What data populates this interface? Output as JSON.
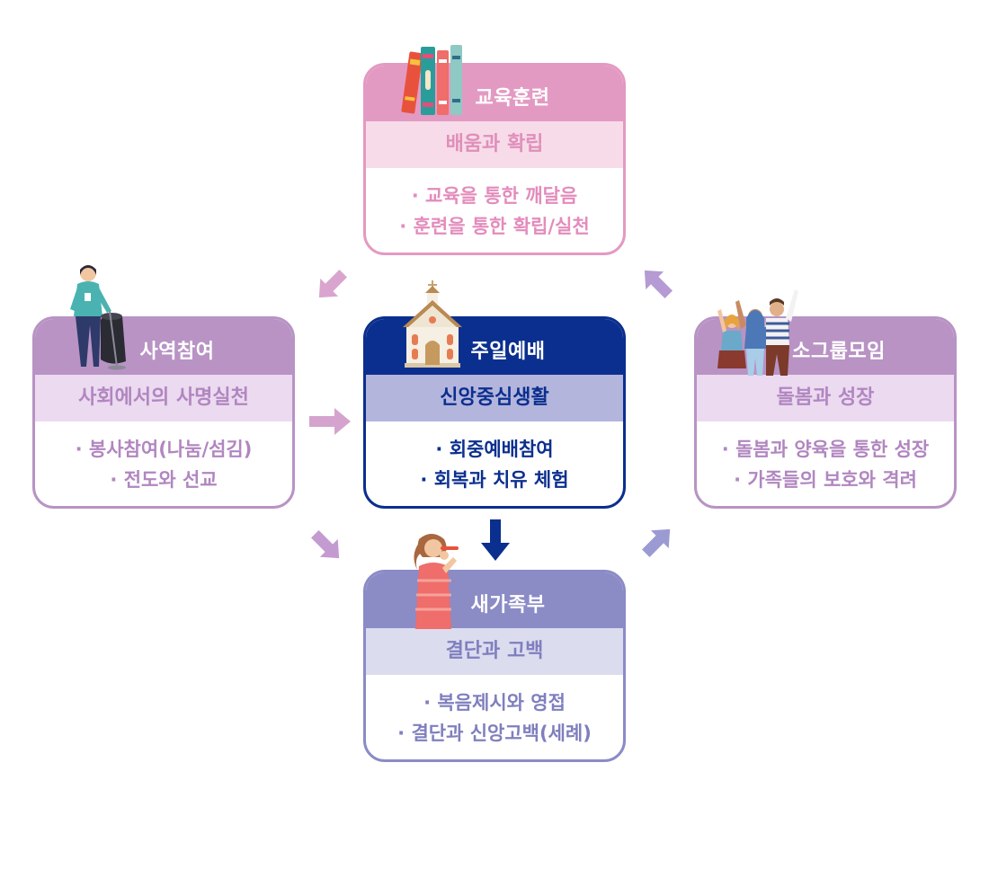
{
  "cards": {
    "education": {
      "title": "교육훈련",
      "subtitle": "배움과 확립",
      "items": [
        "교육을 통한 깨달음",
        "훈련을 통한 확립/실천"
      ]
    },
    "ministry": {
      "title": "사역참여",
      "subtitle": "사회에서의 사명실천",
      "items": [
        "봉사참여(나눔/섬김)",
        "전도와 선교"
      ]
    },
    "worship": {
      "title": "주일예배",
      "subtitle": "신앙중심생활",
      "items": [
        "회중예배참여",
        "회복과 치유 체험"
      ]
    },
    "small_group": {
      "title": "소그룹모임",
      "subtitle": "돌봄과 성장",
      "items": [
        "돌봄과 양육을 통한 성장",
        "가족들의 보호와 격려"
      ]
    },
    "new_family": {
      "title": "새가족부",
      "subtitle": "결단과 고백",
      "items": [
        "복음제시와 영접",
        "결단과 신앙고백(세례)"
      ]
    }
  },
  "icons": {
    "education": "books-icon",
    "ministry": "volunteer-icon",
    "worship": "church-icon",
    "small_group": "group-icon",
    "new_family": "worship-woman-icon"
  },
  "colors": {
    "education": "#e39ac2",
    "ministry": "#b893c4",
    "worship": "#0b2f8e",
    "small_group": "#b893c4",
    "new_family": "#8b8bc6"
  }
}
